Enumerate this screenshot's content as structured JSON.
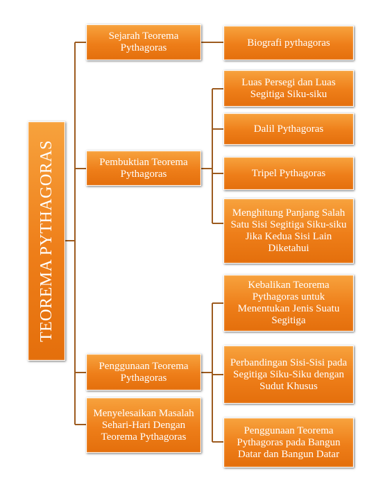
{
  "diagram": {
    "root": {
      "label": "TEOREMA PYTHAGORAS"
    },
    "branches": [
      {
        "label": "Sejarah Teorema Pythagoras",
        "children": [
          {
            "label": "Biografi pythagoras"
          }
        ]
      },
      {
        "label": "Pembuktian Teorema Pythagoras",
        "children": [
          {
            "label": "Luas Persegi dan Luas Segitiga Siku-siku"
          },
          {
            "label": "Dalil Pythagoras"
          },
          {
            "label": "Tripel Pythagoras"
          },
          {
            "label": "Menghitung Panjang Salah Satu Sisi Segitiga Siku-siku Jika Kedua Sisi Lain Diketahui"
          }
        ]
      },
      {
        "label": "Penggunaan Teorema Pythagoras",
        "children": [
          {
            "label": "Kebalikan Teorema Pythagoras untuk Menentukan Jenis Suatu Segitiga"
          },
          {
            "label": "Perbandingan Sisi-Sisi pada Segitiga Siku-Siku dengan Sudut Khusus"
          },
          {
            "label": "Penggunaan Teorema Pythagoras pada Bangun Datar dan Bangun Datar"
          }
        ]
      },
      {
        "label": "Menyelesaikan Masalah Sehari-Hari Dengan Teorema Pythagoras",
        "children": []
      }
    ],
    "colors": {
      "box": "#ee7e19",
      "box_light": "#f7a23d",
      "connector": "#9c5a1e",
      "text": "#ffffff"
    }
  }
}
